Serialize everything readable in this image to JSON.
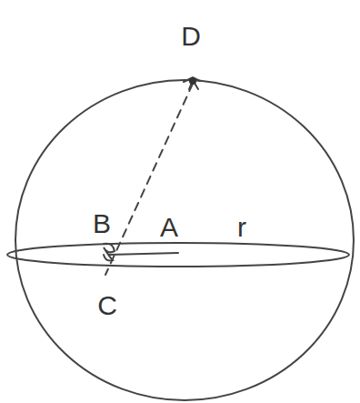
{
  "diagram": {
    "labels": [
      "D",
      "B",
      "A",
      "r",
      "C"
    ]
  }
}
